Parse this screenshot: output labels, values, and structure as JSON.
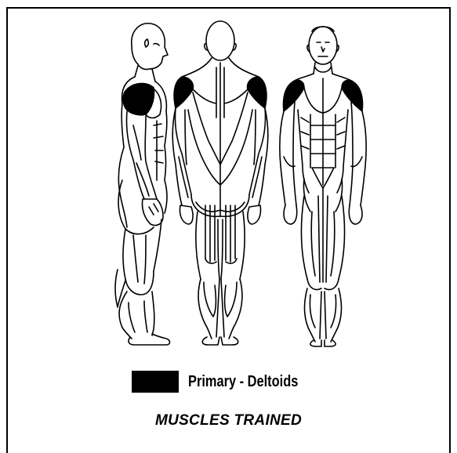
{
  "legend": {
    "swatch_color": "#000000",
    "label": "Primary - Deltoids"
  },
  "caption": "MUSCLES TRAINED",
  "figures": [
    "side-view",
    "back-view",
    "front-view"
  ]
}
